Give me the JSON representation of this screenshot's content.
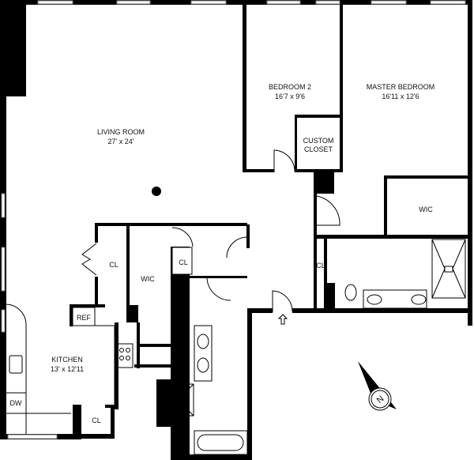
{
  "rooms": {
    "living_room": {
      "name": "LIVING ROOM",
      "size": "27' x 24'"
    },
    "bedroom_2": {
      "name": "BEDROOM 2",
      "size": "16'7 x 9'6"
    },
    "master_bedroom": {
      "name": "MASTER BEDROOM",
      "size": "16'11 x 12'6"
    },
    "custom_closet": {
      "line1": "CUSTOM",
      "line2": "CLOSET"
    },
    "kitchen": {
      "name": "KITCHEN",
      "size": "13' x 12'11"
    },
    "master_wic": "WIC",
    "hall_wic": "WIC",
    "closet_living": "CL",
    "closet_hall": "CL",
    "closet_kitchen": "CL",
    "closet_bath": "CL",
    "ref": "REF",
    "dw": "DW"
  },
  "compass": {
    "label": "N"
  }
}
